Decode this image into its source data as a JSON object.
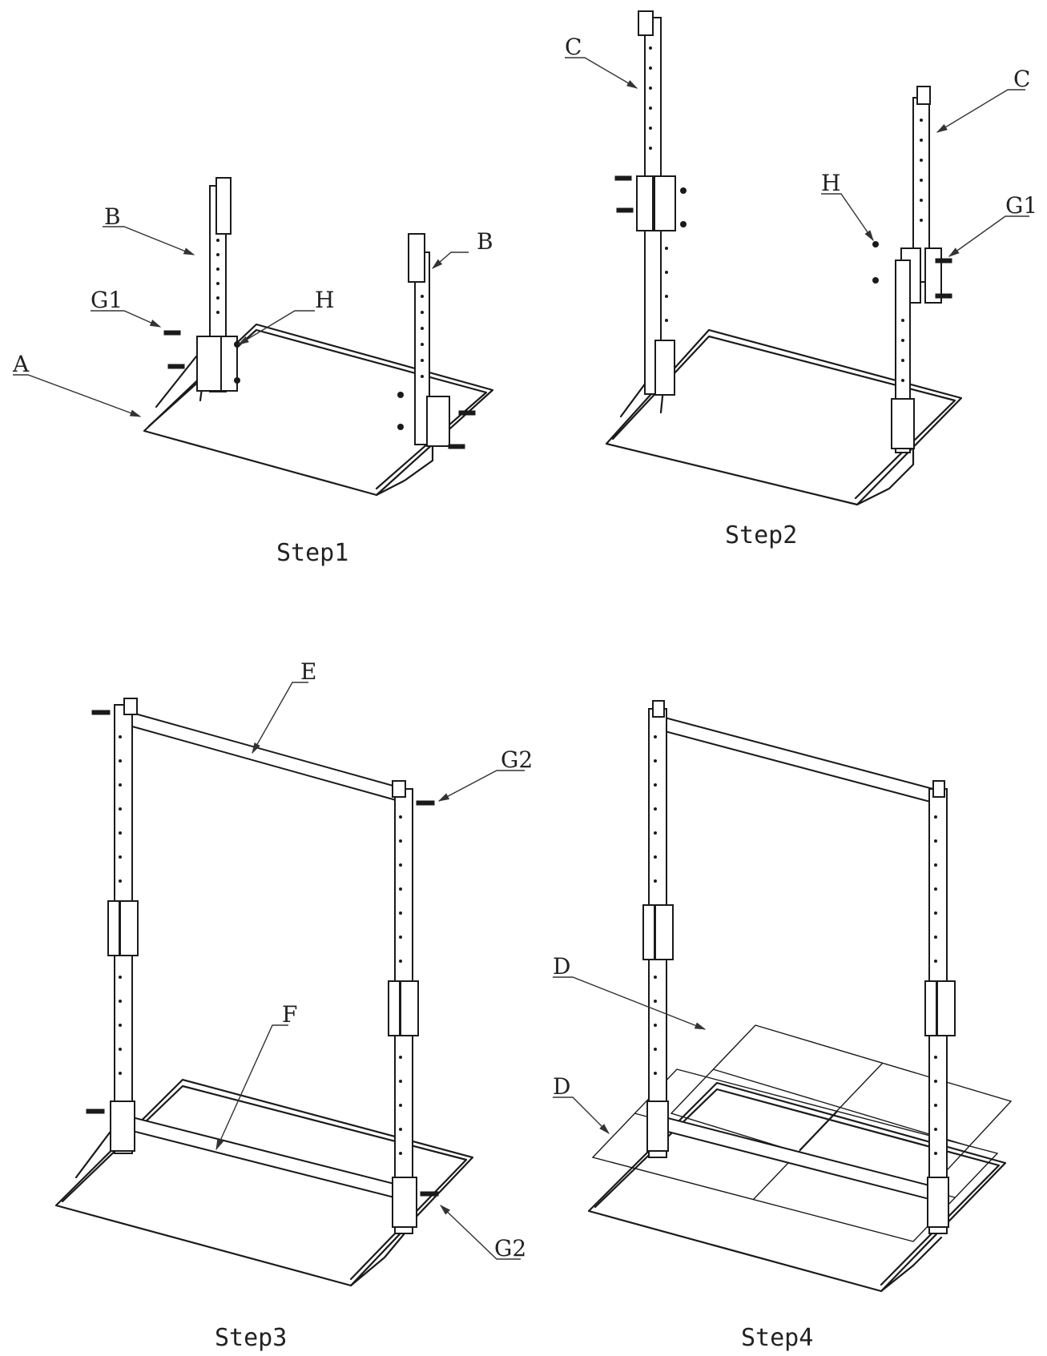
{
  "steps": [
    {
      "caption": "Step1",
      "labels": [
        {
          "id": "B-left",
          "text": "B"
        },
        {
          "id": "B-right",
          "text": "B"
        },
        {
          "id": "G1",
          "text": "G1"
        },
        {
          "id": "H",
          "text": "H"
        },
        {
          "id": "A",
          "text": "A"
        }
      ]
    },
    {
      "caption": "Step2",
      "labels": [
        {
          "id": "C-left",
          "text": "C"
        },
        {
          "id": "C-right",
          "text": "C"
        },
        {
          "id": "H",
          "text": "H"
        },
        {
          "id": "G1",
          "text": "G1"
        }
      ]
    },
    {
      "caption": "Step3",
      "labels": [
        {
          "id": "E",
          "text": "E"
        },
        {
          "id": "G2-top",
          "text": "G2"
        },
        {
          "id": "F",
          "text": "F"
        },
        {
          "id": "G2-bottom",
          "text": "G2"
        }
      ]
    },
    {
      "caption": "Step4",
      "labels": [
        {
          "id": "D-top",
          "text": "D"
        },
        {
          "id": "D-bottom",
          "text": "D"
        }
      ]
    }
  ]
}
